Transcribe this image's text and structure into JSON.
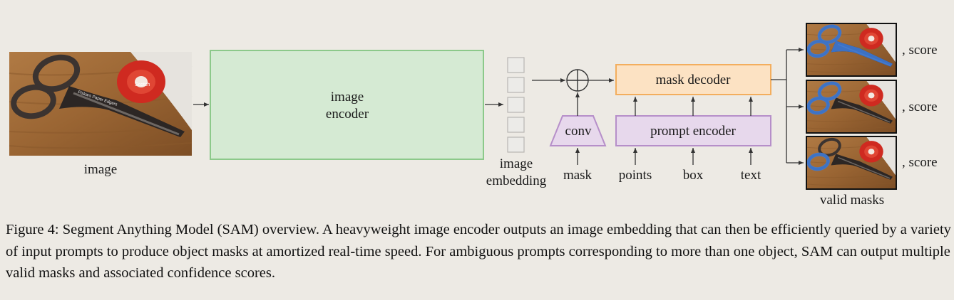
{
  "diagram": {
    "input_label": "image",
    "encoder_label_line1": "image",
    "encoder_label_line2": "encoder",
    "embedding_label_line1": "image",
    "embedding_label_line2": "embedding",
    "conv_label": "conv",
    "mask_label": "mask",
    "mask_decoder_label": "mask decoder",
    "prompt_encoder_label": "prompt encoder",
    "prompts": [
      "points",
      "box",
      "text"
    ],
    "score_labels": [
      ", score",
      ", score",
      ", score"
    ],
    "valid_masks_label": "valid masks",
    "scissors_text": "Fiskars Paper Edgers",
    "tape_text": "Scotch",
    "colors": {
      "encoder_fill": "#d5ead3",
      "encoder_stroke": "#8cc98a",
      "decoder_fill": "#fce2c3",
      "decoder_stroke": "#f3ae5e",
      "prompt_fill": "#e7d8ec",
      "prompt_stroke": "#b68fc9",
      "mask_overlay": "#3f7fe0"
    }
  },
  "caption": {
    "label": "Figure 4:",
    "text": "Segment Anything Model (SAM) overview. A heavyweight image encoder outputs an image embedding that can then be efficiently queried by a variety of input prompts to produce object masks at amortized real-time speed. For ambiguous prompts corresponding to more than one object, SAM can output multiple valid masks and associated confidence scores."
  }
}
